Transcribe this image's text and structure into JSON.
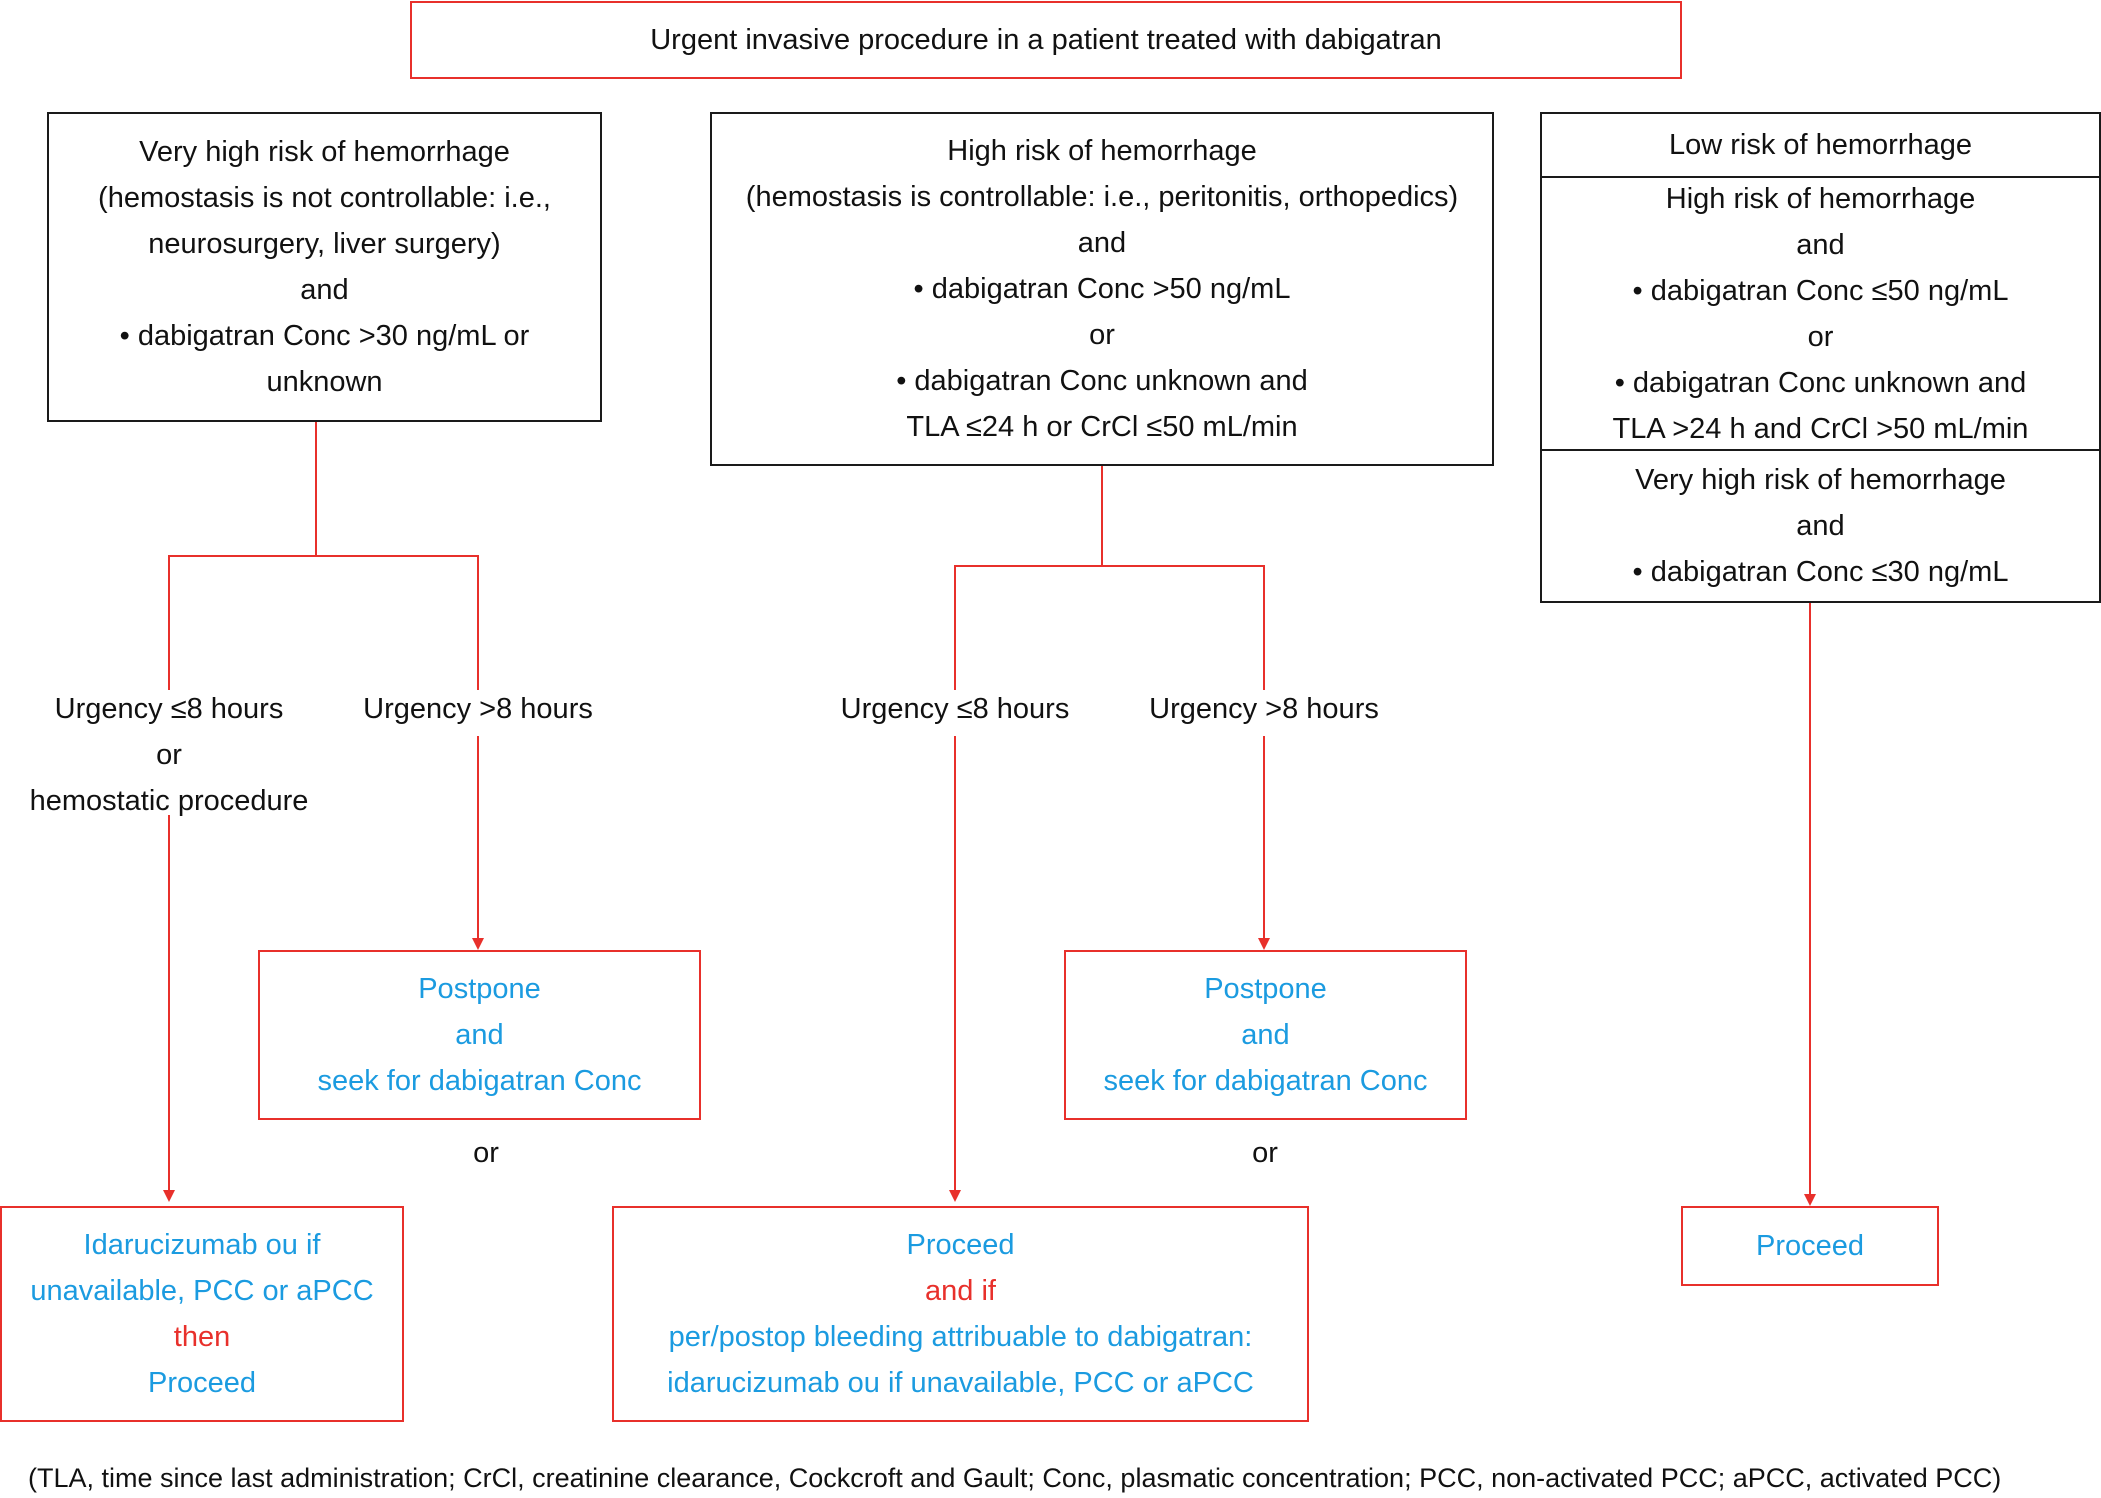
{
  "title": "Urgent invasive procedure in a patient treated with dabigatran",
  "left_criteria": [
    "Very high risk of hemorrhage",
    "(hemostasis is not controllable: i.e.,",
    "neurosurgery, liver surgery)",
    "and",
    "• dabigatran Conc >30 ng/mL or",
    "unknown"
  ],
  "middle_criteria": [
    "High risk of hemorrhage",
    "(hemostasis is controllable: i.e., peritonitis, orthopedics)",
    "and",
    "• dabigatran Conc >50 ng/mL",
    "or",
    "• dabigatran Conc unknown and",
    "TLA ≤24 h or CrCl ≤50 mL/min"
  ],
  "right_criteria": {
    "header": "Low risk of hemorrhage",
    "section1": [
      "High risk of hemorrhage",
      "and",
      "• dabigatran Conc ≤50 ng/mL",
      "or",
      "• dabigatran Conc unknown and",
      "TLA >24 h and CrCl >50 mL/min"
    ],
    "section2": [
      "Very high risk of hemorrhage",
      "and",
      "• dabigatran Conc ≤30 ng/mL"
    ]
  },
  "left_branch_labels": {
    "short_urgency": [
      "Urgency ≤8 hours",
      "or",
      "hemostatic procedure"
    ],
    "long_urgency": "Urgency >8 hours"
  },
  "middle_branch_labels": {
    "short_urgency": "Urgency ≤8 hours",
    "long_urgency": "Urgency >8 hours"
  },
  "left_postpone": [
    "Postpone",
    "and",
    "seek for dabigatran Conc"
  ],
  "middle_postpone": [
    "Postpone",
    "and",
    "seek for dabigatran Conc"
  ],
  "left_or": "or",
  "middle_or": "or",
  "left_result": {
    "line1": "Idarucizumab ou if",
    "line2": "unavailable, PCC or aPCC",
    "line3": "then",
    "line4": "Proceed"
  },
  "middle_result": {
    "line1": "Proceed",
    "line2": "and if",
    "line3": "per/postop bleeding attribuable to dabigatran:",
    "line4": "idarucizumab ou if unavailable, PCC or aPCC"
  },
  "right_result": "Proceed",
  "footnote": "(TLA, time since last administration; CrCl, creatinine clearance, Cockcroft and Gault; Conc, plasmatic concentration; PCC, non-activated PCC; aPCC, activated PCC)",
  "colors": {
    "connector": "#e8302b",
    "action_text": "#1b9be0",
    "emphasis_text": "#e8302b"
  }
}
